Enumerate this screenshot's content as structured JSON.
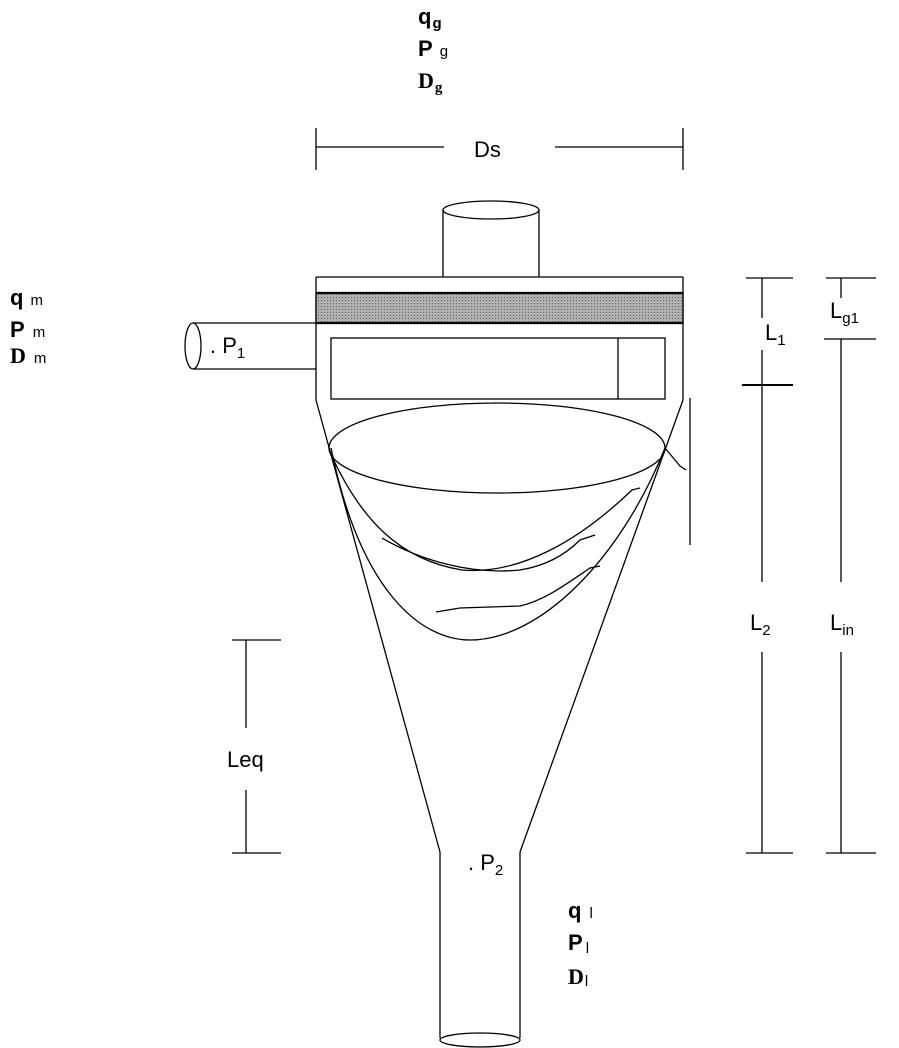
{
  "gas_outlet": {
    "q": "q",
    "q_sub": "g",
    "P": "P",
    "P_sub": "g",
    "D": "D",
    "D_sub": "g"
  },
  "mixture_inlet": {
    "q": "q",
    "q_sub": "m",
    "P": "P",
    "P_sub": "m",
    "D": "D",
    "D_sub": "m"
  },
  "liquid_outlet": {
    "q": "q",
    "q_sub": "l",
    "P": "P",
    "P_sub": "l",
    "D": "D",
    "D_sub": "l"
  },
  "dimensions": {
    "Ds": "Ds",
    "L1": "L",
    "L1_sub": "1",
    "L2": "L",
    "L2_sub": "2",
    "Lg1": "L",
    "Lg1_sub": "g1",
    "Lin": "L",
    "Lin_sub": "in",
    "Leq": "Leq"
  },
  "points": {
    "P1": ". P",
    "P1_sub": "1",
    "P2": ". P",
    "P2_sub": "2"
  },
  "colors": {
    "stroke": "#000000",
    "band": "#9e9e9e"
  }
}
